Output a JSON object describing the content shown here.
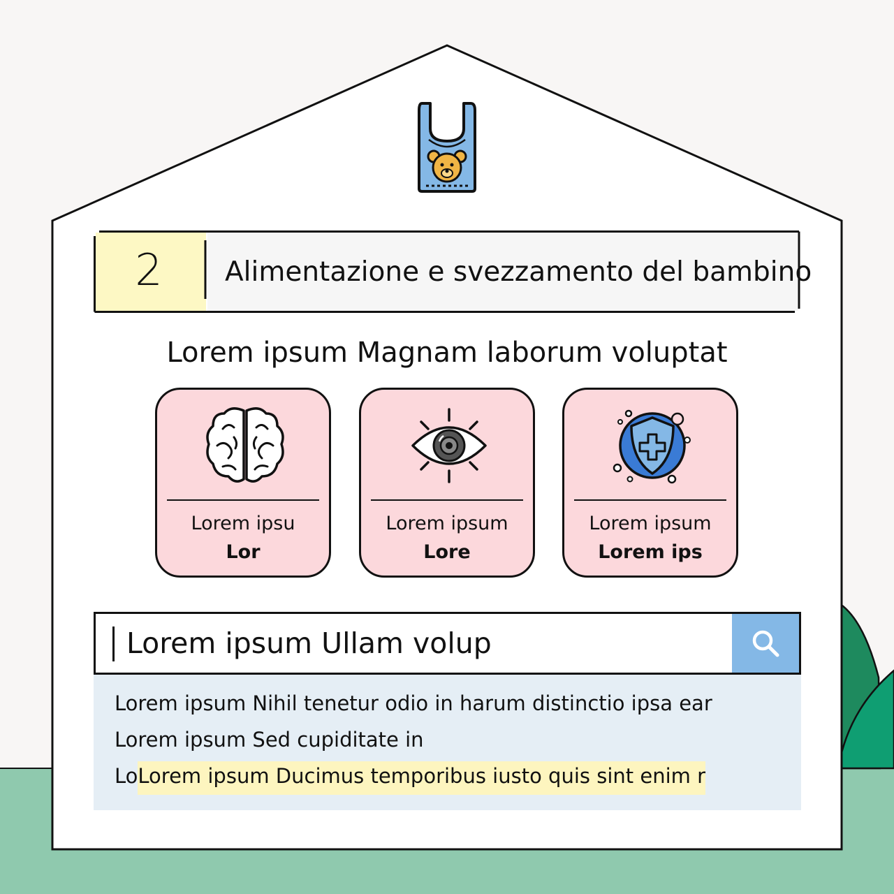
{
  "chapter": {
    "number": "2",
    "title": "Alimentazione e svezzamento del bambino"
  },
  "section_heading": "Lorem ipsum Magnam laborum voluptat",
  "cards": [
    {
      "icon": "brain-icon",
      "line1": "Lorem ipsu",
      "line2": "Lor"
    },
    {
      "icon": "eye-icon",
      "line1": "Lorem ipsum",
      "line2": "Lore"
    },
    {
      "icon": "shield-cross-icon",
      "line1": "Lorem ipsum",
      "line2": "Lorem ips"
    }
  ],
  "search": {
    "value": "Lorem ipsum Ullam volup",
    "button_icon": "search-icon"
  },
  "results": [
    {
      "text": "Lorem ipsum Nihil tenetur odio in harum distinctio ipsa ear"
    },
    {
      "text": "Lorem ipsum Sed cupiditate in"
    },
    {
      "prefix": "Lo",
      "highlight": "Lorem ipsum Ducimus temporibus iusto quis sint enim r"
    }
  ],
  "colors": {
    "page_bg": "#f8f6f5",
    "ground": "#8fc9ae",
    "tree_dark": "#1e8a5e",
    "tree_light": "#0f9e72",
    "number_cell": "#fdf8c4",
    "card_fill": "#fcd8dc",
    "search_button": "#84b8e6",
    "results_bg": "#e5eef5",
    "highlight": "#fdf5bf"
  },
  "header_icon": "baby-bib-icon"
}
